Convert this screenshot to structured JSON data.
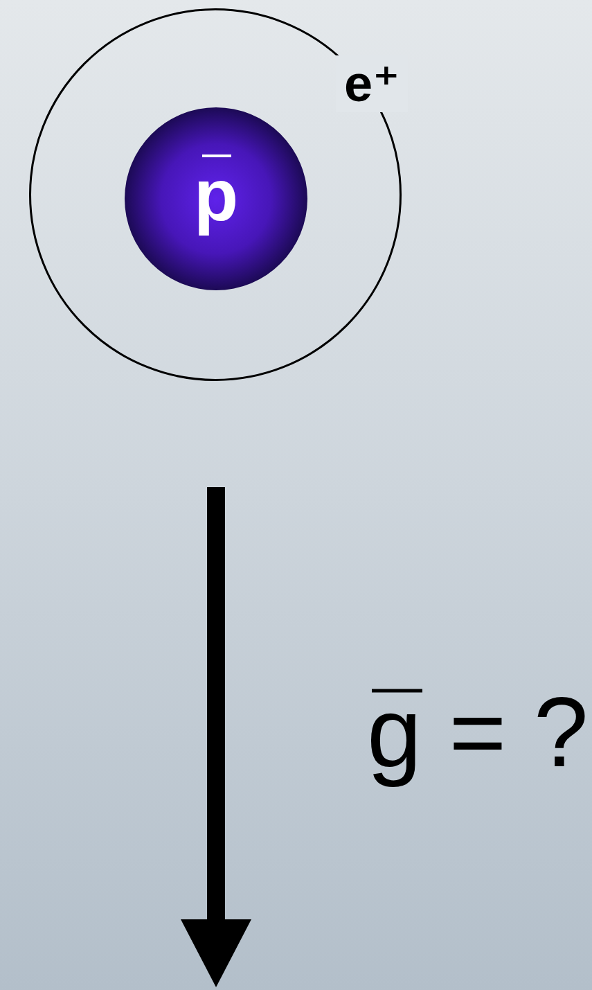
{
  "diagram": {
    "nodes": [
      {
        "text": [
          "e⁺"
        ]
      },
      {
        "text": [
          "p"
        ],
        "in": 0
      }
    ],
    "labels": [
      "g = ?"
    ]
  }
}
